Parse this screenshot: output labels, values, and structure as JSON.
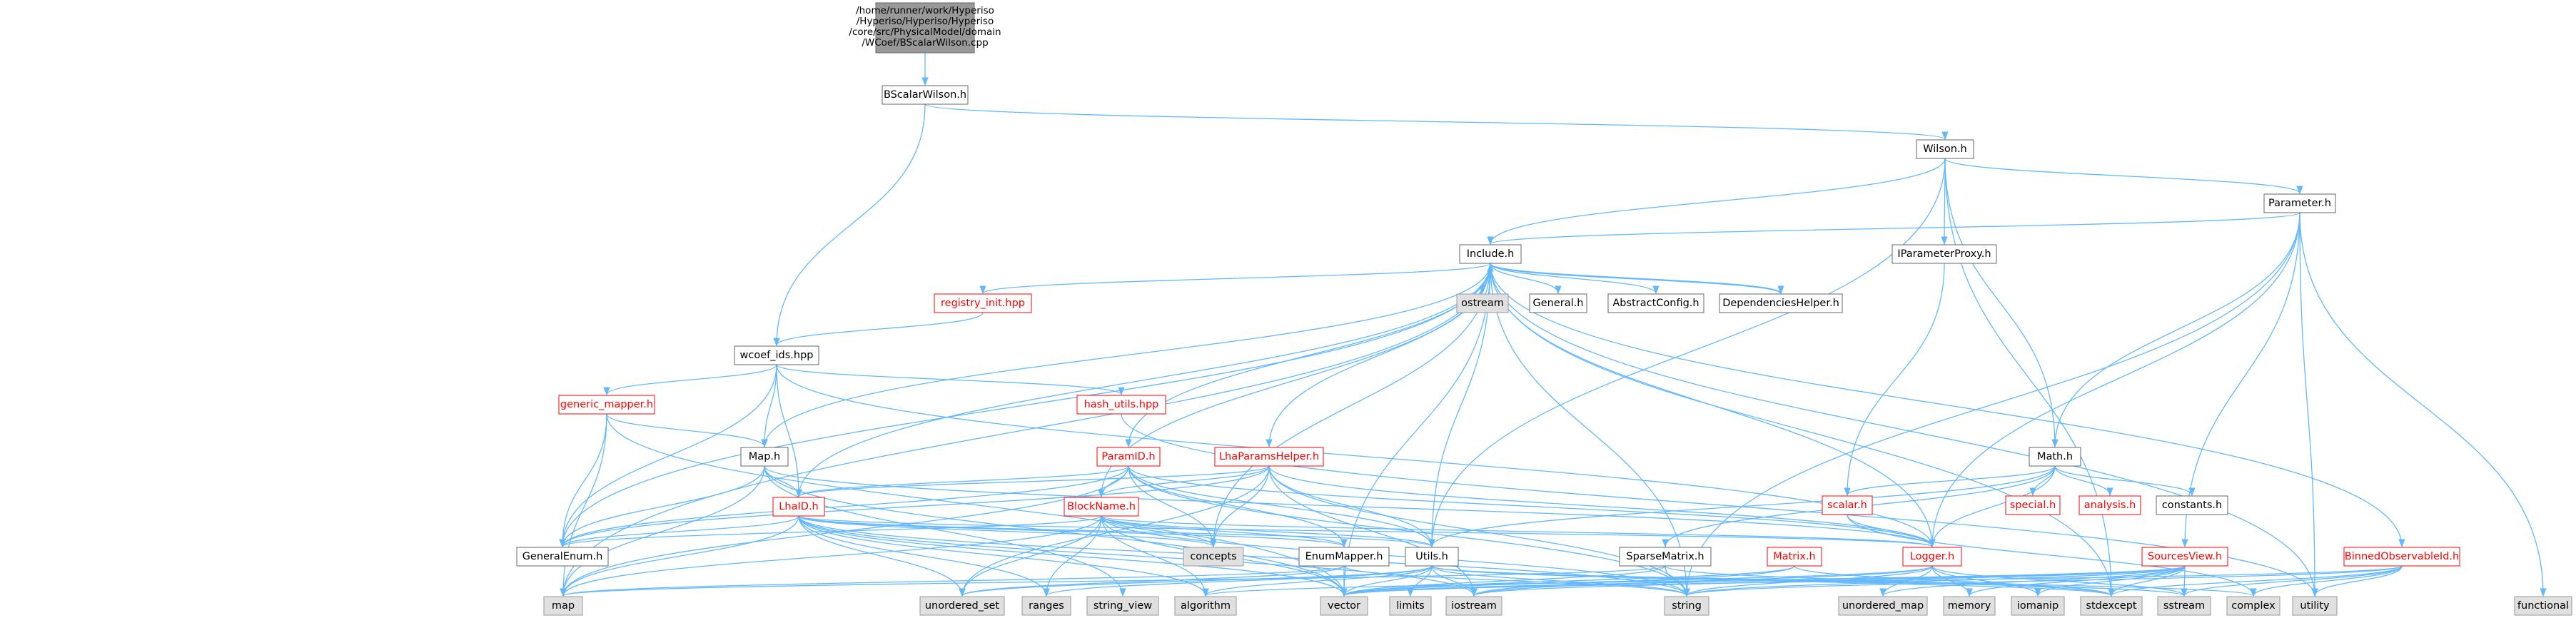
{
  "root": {
    "label_lines": [
      "/home/runner/work/Hyperiso",
      "/Hyperiso/Hyperiso/Hyperiso",
      "/core/src/PhysicalModel/domain",
      "/WCoef/BScalarWilson.cpp"
    ]
  },
  "nodes": {
    "bscalarwilson": {
      "label": "BScalarWilson.h",
      "kind": "file"
    },
    "wilson": {
      "label": "Wilson.h",
      "kind": "file"
    },
    "parameter": {
      "label": "Parameter.h",
      "kind": "file"
    },
    "include": {
      "label": "Include.h",
      "kind": "file"
    },
    "iparameterproxy": {
      "label": "IParameterProxy.h",
      "kind": "file"
    },
    "registry_init": {
      "label": "registry_init.hpp",
      "kind": "red"
    },
    "ostream": {
      "label": "ostream",
      "kind": "sys"
    },
    "general": {
      "label": "General.h",
      "kind": "file"
    },
    "abstractconfig": {
      "label": "AbstractConfig.h",
      "kind": "file"
    },
    "dependencieshelper": {
      "label": "DependenciesHelper.h",
      "kind": "file"
    },
    "wcoef_ids": {
      "label": "wcoef_ids.hpp",
      "kind": "file"
    },
    "generic_mapper": {
      "label": "generic_mapper.h",
      "kind": "red"
    },
    "hash_utils": {
      "label": "hash_utils.hpp",
      "kind": "red"
    },
    "math": {
      "label": "Math.h",
      "kind": "file"
    },
    "map_h": {
      "label": "Map.h",
      "kind": "file"
    },
    "paramid": {
      "label": "ParamID.h",
      "kind": "red"
    },
    "lhaparamshelper": {
      "label": "LhaParamsHelper.h",
      "kind": "red"
    },
    "scalar": {
      "label": "scalar.h",
      "kind": "red"
    },
    "special": {
      "label": "special.h",
      "kind": "red"
    },
    "analysis": {
      "label": "analysis.h",
      "kind": "red"
    },
    "constants": {
      "label": "constants.h",
      "kind": "file"
    },
    "lhaid": {
      "label": "LhaID.h",
      "kind": "red"
    },
    "blockname": {
      "label": "BlockName.h",
      "kind": "red"
    },
    "generalenum": {
      "label": "GeneralEnum.h",
      "kind": "file"
    },
    "concepts": {
      "label": "concepts",
      "kind": "sys"
    },
    "enummapper": {
      "label": "EnumMapper.h",
      "kind": "file"
    },
    "utils": {
      "label": "Utils.h",
      "kind": "file"
    },
    "sparsematrix": {
      "label": "SparseMatrix.h",
      "kind": "file"
    },
    "matrix": {
      "label": "Matrix.h",
      "kind": "red"
    },
    "logger": {
      "label": "Logger.h",
      "kind": "red"
    },
    "sourcesview": {
      "label": "SourcesView.h",
      "kind": "red"
    },
    "binnedobservableid": {
      "label": "BinnedObservableId.h",
      "kind": "red"
    },
    "map_sys": {
      "label": "map",
      "kind": "sys"
    },
    "unordered_set": {
      "label": "unordered_set",
      "kind": "sys"
    },
    "ranges": {
      "label": "ranges",
      "kind": "sys"
    },
    "string_view": {
      "label": "string_view",
      "kind": "sys"
    },
    "algorithm": {
      "label": "algorithm",
      "kind": "sys"
    },
    "vector": {
      "label": "vector",
      "kind": "sys"
    },
    "limits": {
      "label": "limits",
      "kind": "sys"
    },
    "iostream": {
      "label": "iostream",
      "kind": "sys"
    },
    "string": {
      "label": "string",
      "kind": "sys"
    },
    "unordered_map": {
      "label": "unordered_map",
      "kind": "sys"
    },
    "memory": {
      "label": "memory",
      "kind": "sys"
    },
    "iomanip": {
      "label": "iomanip",
      "kind": "sys"
    },
    "stdexcept": {
      "label": "stdexcept",
      "kind": "sys"
    },
    "sstream": {
      "label": "sstream",
      "kind": "sys"
    },
    "complex": {
      "label": "complex",
      "kind": "sys"
    },
    "utility": {
      "label": "utility",
      "kind": "sys"
    },
    "functional": {
      "label": "functional",
      "kind": "sys"
    }
  },
  "edges": [
    [
      "root",
      "bscalarwilson"
    ],
    [
      "bscalarwilson",
      "wilson"
    ],
    [
      "bscalarwilson",
      "wcoef_ids"
    ],
    [
      "wilson",
      "include"
    ],
    [
      "wilson",
      "iparameterproxy"
    ],
    [
      "wilson",
      "parameter"
    ],
    [
      "wilson",
      "math"
    ],
    [
      "wilson",
      "utils"
    ],
    [
      "wilson",
      "stdexcept"
    ],
    [
      "parameter",
      "include"
    ],
    [
      "parameter",
      "math"
    ],
    [
      "parameter",
      "logger"
    ],
    [
      "parameter",
      "string"
    ],
    [
      "parameter",
      "functional"
    ],
    [
      "parameter",
      "sourcesview"
    ],
    [
      "parameter",
      "utility"
    ],
    [
      "iparameterproxy",
      "scalar"
    ],
    [
      "include",
      "registry_init"
    ],
    [
      "include",
      "ostream"
    ],
    [
      "include",
      "general"
    ],
    [
      "include",
      "abstractconfig"
    ],
    [
      "include",
      "dependencieshelper"
    ],
    [
      "include",
      "map_h"
    ],
    [
      "include",
      "paramid"
    ],
    [
      "include",
      "lhaparamshelper"
    ],
    [
      "include",
      "lhaid"
    ],
    [
      "include",
      "blockname"
    ],
    [
      "include",
      "utils"
    ],
    [
      "include",
      "logger"
    ],
    [
      "include",
      "binnedobservableid"
    ],
    [
      "include",
      "generalenum"
    ],
    [
      "include",
      "map_sys"
    ],
    [
      "include",
      "string"
    ],
    [
      "include",
      "vector"
    ],
    [
      "include",
      "stdexcept"
    ],
    [
      "include",
      "utility"
    ],
    [
      "include",
      "concepts"
    ],
    [
      "dependencieshelper",
      "include"
    ],
    [
      "registry_init",
      "wcoef_ids"
    ],
    [
      "wcoef_ids",
      "generic_mapper"
    ],
    [
      "wcoef_ids",
      "hash_utils"
    ],
    [
      "wcoef_ids",
      "map_h"
    ],
    [
      "wcoef_ids",
      "lhaid"
    ],
    [
      "wcoef_ids",
      "generalenum"
    ],
    [
      "wcoef_ids",
      "logger"
    ],
    [
      "generic_mapper",
      "map_h"
    ],
    [
      "generic_mapper",
      "generalenum"
    ],
    [
      "generic_mapper",
      "map_sys"
    ],
    [
      "generic_mapper",
      "vector"
    ],
    [
      "hash_utils",
      "utility"
    ],
    [
      "map_h",
      "lhaid"
    ],
    [
      "map_h",
      "generalenum"
    ],
    [
      "map_h",
      "map_sys"
    ],
    [
      "map_h",
      "logger"
    ],
    [
      "map_h",
      "vector"
    ],
    [
      "map_h",
      "string_view"
    ],
    [
      "math",
      "scalar"
    ],
    [
      "math",
      "special"
    ],
    [
      "math",
      "analysis"
    ],
    [
      "math",
      "constants"
    ],
    [
      "math",
      "logger"
    ],
    [
      "math",
      "sparsematrix"
    ],
    [
      "math",
      "utils"
    ],
    [
      "scalar",
      "logger"
    ],
    [
      "scalar",
      "complex"
    ],
    [
      "paramid",
      "blockname"
    ],
    [
      "paramid",
      "lhaid"
    ],
    [
      "paramid",
      "generalenum"
    ],
    [
      "paramid",
      "utils"
    ],
    [
      "paramid",
      "concepts"
    ],
    [
      "paramid",
      "enummapper"
    ],
    [
      "paramid",
      "string"
    ],
    [
      "paramid",
      "logger"
    ],
    [
      "paramid",
      "map_sys"
    ],
    [
      "lhaparamshelper",
      "lhaid"
    ],
    [
      "lhaparamshelper",
      "blockname"
    ],
    [
      "lhaparamshelper",
      "utils"
    ],
    [
      "lhaparamshelper",
      "logger"
    ],
    [
      "lhaparamshelper",
      "generalenum"
    ],
    [
      "lhaparamshelper",
      "string"
    ],
    [
      "lhaparamshelper",
      "iostream"
    ],
    [
      "lhaparamshelper",
      "concepts"
    ],
    [
      "lhaparamshelper",
      "unordered_set"
    ],
    [
      "lhaid",
      "generalenum"
    ],
    [
      "lhaid",
      "concepts"
    ],
    [
      "lhaid",
      "utils"
    ],
    [
      "lhaid",
      "enummapper"
    ],
    [
      "lhaid",
      "map_sys"
    ],
    [
      "lhaid",
      "unordered_set"
    ],
    [
      "lhaid",
      "ranges"
    ],
    [
      "lhaid",
      "algorithm"
    ],
    [
      "lhaid",
      "vector"
    ],
    [
      "lhaid",
      "iostream"
    ],
    [
      "lhaid",
      "string"
    ],
    [
      "lhaid",
      "logger"
    ],
    [
      "blockname",
      "concepts"
    ],
    [
      "blockname",
      "utils"
    ],
    [
      "blockname",
      "enummapper"
    ],
    [
      "blockname",
      "generalenum"
    ],
    [
      "blockname",
      "map_sys"
    ],
    [
      "blockname",
      "unordered_set"
    ],
    [
      "blockname",
      "algorithm"
    ],
    [
      "blockname",
      "vector"
    ],
    [
      "blockname",
      "string"
    ],
    [
      "blockname",
      "logger"
    ],
    [
      "blockname",
      "ranges"
    ],
    [
      "enummapper",
      "map_sys"
    ],
    [
      "enummapper",
      "vector"
    ],
    [
      "enummapper",
      "string"
    ],
    [
      "enummapper",
      "unordered_set"
    ],
    [
      "utils",
      "vector"
    ],
    [
      "utils",
      "limits"
    ],
    [
      "utils",
      "iostream"
    ],
    [
      "utils",
      "string"
    ],
    [
      "utils",
      "ranges"
    ],
    [
      "utils",
      "algorithm"
    ],
    [
      "utils",
      "stdexcept"
    ],
    [
      "utils",
      "complex"
    ],
    [
      "utils",
      "sstream"
    ],
    [
      "utils",
      "unordered_set"
    ],
    [
      "sparsematrix",
      "vector"
    ],
    [
      "sparsematrix",
      "string"
    ],
    [
      "sparsematrix",
      "map_sys"
    ],
    [
      "sparsematrix",
      "stdexcept"
    ],
    [
      "matrix",
      "vector"
    ],
    [
      "matrix",
      "iostream"
    ],
    [
      "matrix",
      "stdexcept"
    ],
    [
      "logger",
      "string"
    ],
    [
      "logger",
      "iostream"
    ],
    [
      "logger",
      "memory"
    ],
    [
      "logger",
      "unordered_map"
    ],
    [
      "logger",
      "sstream"
    ],
    [
      "logger",
      "iomanip"
    ],
    [
      "logger",
      "vector"
    ],
    [
      "sourcesview",
      "string"
    ],
    [
      "sourcesview",
      "vector"
    ],
    [
      "sourcesview",
      "unordered_map"
    ],
    [
      "sourcesview",
      "memory"
    ],
    [
      "sourcesview",
      "stdexcept"
    ],
    [
      "sourcesview",
      "algorithm"
    ],
    [
      "sourcesview",
      "iomanip"
    ],
    [
      "sourcesview",
      "iostream"
    ],
    [
      "sourcesview",
      "sstream"
    ],
    [
      "binnedobservableid",
      "string"
    ],
    [
      "binnedobservableid",
      "vector"
    ],
    [
      "binnedobservableid",
      "stdexcept"
    ],
    [
      "binnedobservableid",
      "utility"
    ],
    [
      "binnedobservableid",
      "sstream"
    ],
    [
      "binnedobservableid",
      "complex"
    ]
  ]
}
